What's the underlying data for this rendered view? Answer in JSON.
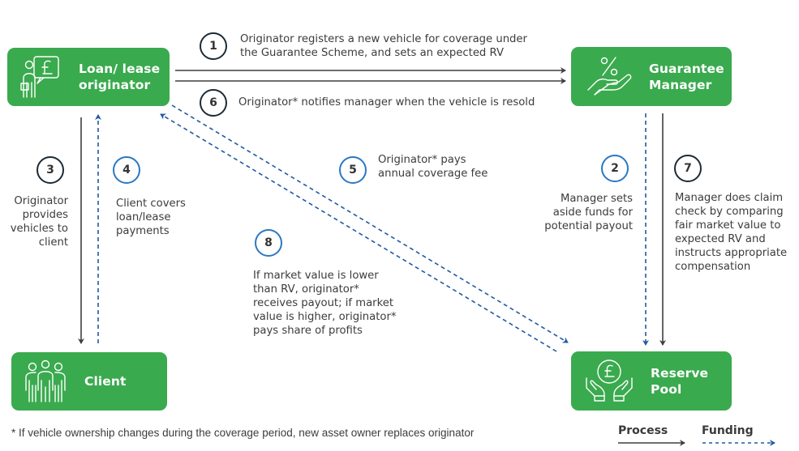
{
  "colors": {
    "node_fill": "#3aaa4e",
    "process_line": "#3f3f3f",
    "funding_line": "#1f5aa0",
    "process_badge": "#1c2b36",
    "funding_badge": "#2b78c2"
  },
  "nodes": {
    "originator": {
      "label_line1": "Loan/ lease",
      "label_line2": "originator",
      "icon": "person-pound-speech-bubble-icon"
    },
    "manager": {
      "label_line1": "Guarantee",
      "label_line2": "Manager",
      "icon": "hand-percent-icon"
    },
    "client": {
      "label_line1": "Client",
      "icon": "group-of-people-icon"
    },
    "reserve": {
      "label_line1": "Reserve",
      "label_line2": "Pool",
      "icon": "hands-holding-pound-coin-icon"
    }
  },
  "steps": [
    {
      "number": "1",
      "type": "process",
      "lines": [
        "Originator registers a new vehicle for coverage under",
        "the Guarantee Scheme, and sets an expected RV"
      ]
    },
    {
      "number": "2",
      "type": "funding",
      "lines": [
        "Manager sets",
        "aside funds for",
        "potential payout"
      ]
    },
    {
      "number": "3",
      "type": "process",
      "lines": [
        "Originator",
        "provides",
        "vehicles to",
        "client"
      ]
    },
    {
      "number": "4",
      "type": "funding",
      "lines": [
        "Client covers",
        "loan/lease",
        "payments"
      ]
    },
    {
      "number": "5",
      "type": "funding",
      "lines": [
        "Originator* pays",
        "annual coverage fee"
      ]
    },
    {
      "number": "6",
      "type": "process",
      "lines": [
        "Originator* notifies manager when the vehicle is resold"
      ]
    },
    {
      "number": "7",
      "type": "process",
      "lines": [
        "Manager does claim",
        "check by comparing",
        "fair market value to",
        "expected RV and",
        "instructs appropriate",
        "compensation"
      ]
    },
    {
      "number": "8",
      "type": "funding",
      "lines": [
        "If market value is lower",
        "than RV, originator*",
        "receives payout; if market",
        "value is higher, originator*",
        "pays share of profits"
      ]
    }
  ],
  "footnote": "* If vehicle ownership changes during the coverage period, new asset owner replaces originator",
  "legend": {
    "process": "Process",
    "funding": "Funding"
  }
}
